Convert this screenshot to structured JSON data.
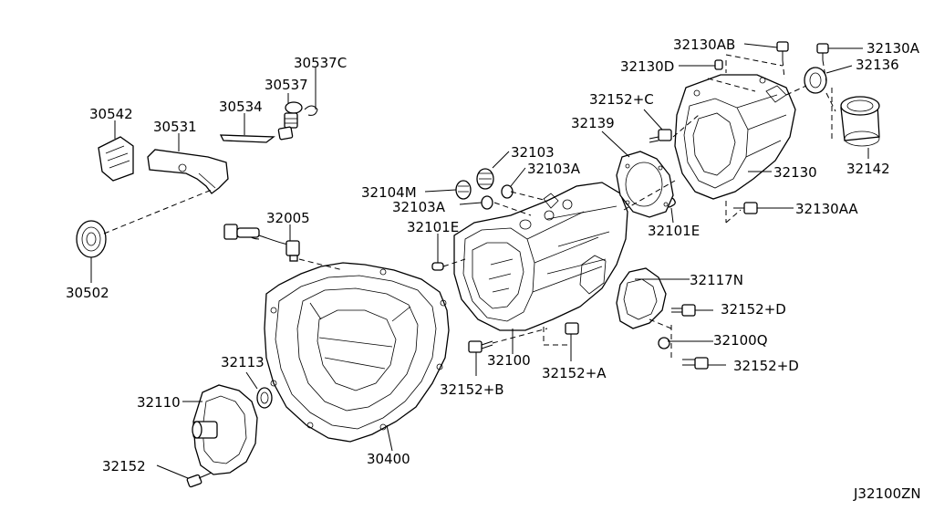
{
  "diagram_code": "J32100ZN",
  "labels": {
    "p30537C": "30537C",
    "p30537": "30537",
    "p30542": "30542",
    "p30534": "30534",
    "p30531": "30531",
    "p30502": "30502",
    "p32005": "32005",
    "p32103": "32103",
    "p32103A_top": "32103A",
    "p32104M": "32104M",
    "p32103A_left": "32103A",
    "p32101E_left": "32101E",
    "p32100": "32100",
    "p32117N": "32117N",
    "p32152D_top": "32152+D",
    "p32100Q": "32100Q",
    "p32152D_bot": "32152+D",
    "p32152A": "32152+A",
    "p32152B": "32152+B",
    "p32113": "32113",
    "p32110": "32110",
    "p32152": "32152",
    "p30400": "30400",
    "p32130AB": "32130AB",
    "p32130A": "32130A",
    "p32130D": "32130D",
    "p32136": "32136",
    "p32152C": "32152+C",
    "p32139": "32139",
    "p32142": "32142",
    "p32130": "32130",
    "p32101E_right": "32101E",
    "p32130AA": "32130AA"
  }
}
